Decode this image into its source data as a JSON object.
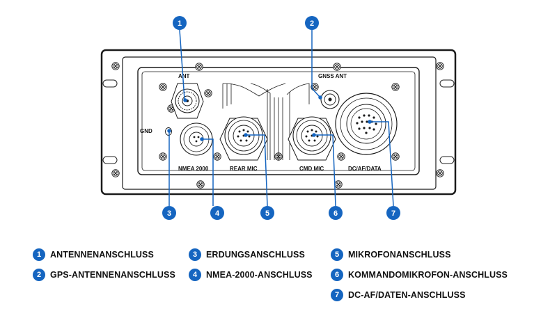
{
  "panel_labels": {
    "ant": "ANT",
    "gnss_ant": "GNSS ANT",
    "gnd": "GND",
    "nmea_2000": "NMEA 2000",
    "rear_mic": "REAR MIC",
    "cmd_mic": "CMD MIC",
    "dc_af_data": "DC/AF/DATA"
  },
  "callouts": [
    "1",
    "2",
    "3",
    "4",
    "5",
    "6",
    "7"
  ],
  "legend": [
    {
      "num": "1",
      "text": "ANTENNENANSCHLUSS"
    },
    {
      "num": "2",
      "text": "GPS-ANTENNENANSCHLUSS"
    },
    {
      "num": "3",
      "text": "ERDUNGSANSCHLUSS"
    },
    {
      "num": "4",
      "text": "NMEA-2000-ANSCHLUSS"
    },
    {
      "num": "5",
      "text": "MIKROFONANSCHLUSS"
    },
    {
      "num": "6",
      "text": "KOMMANDOMIKROFON-ANSCHLUSS"
    },
    {
      "num": "7",
      "text": "DC-AF/DATEN-ANSCHLUSS"
    }
  ],
  "colors": {
    "accent": "#1565c0",
    "panel_fill": "#ffffff",
    "outline": "#1a1a1a"
  }
}
